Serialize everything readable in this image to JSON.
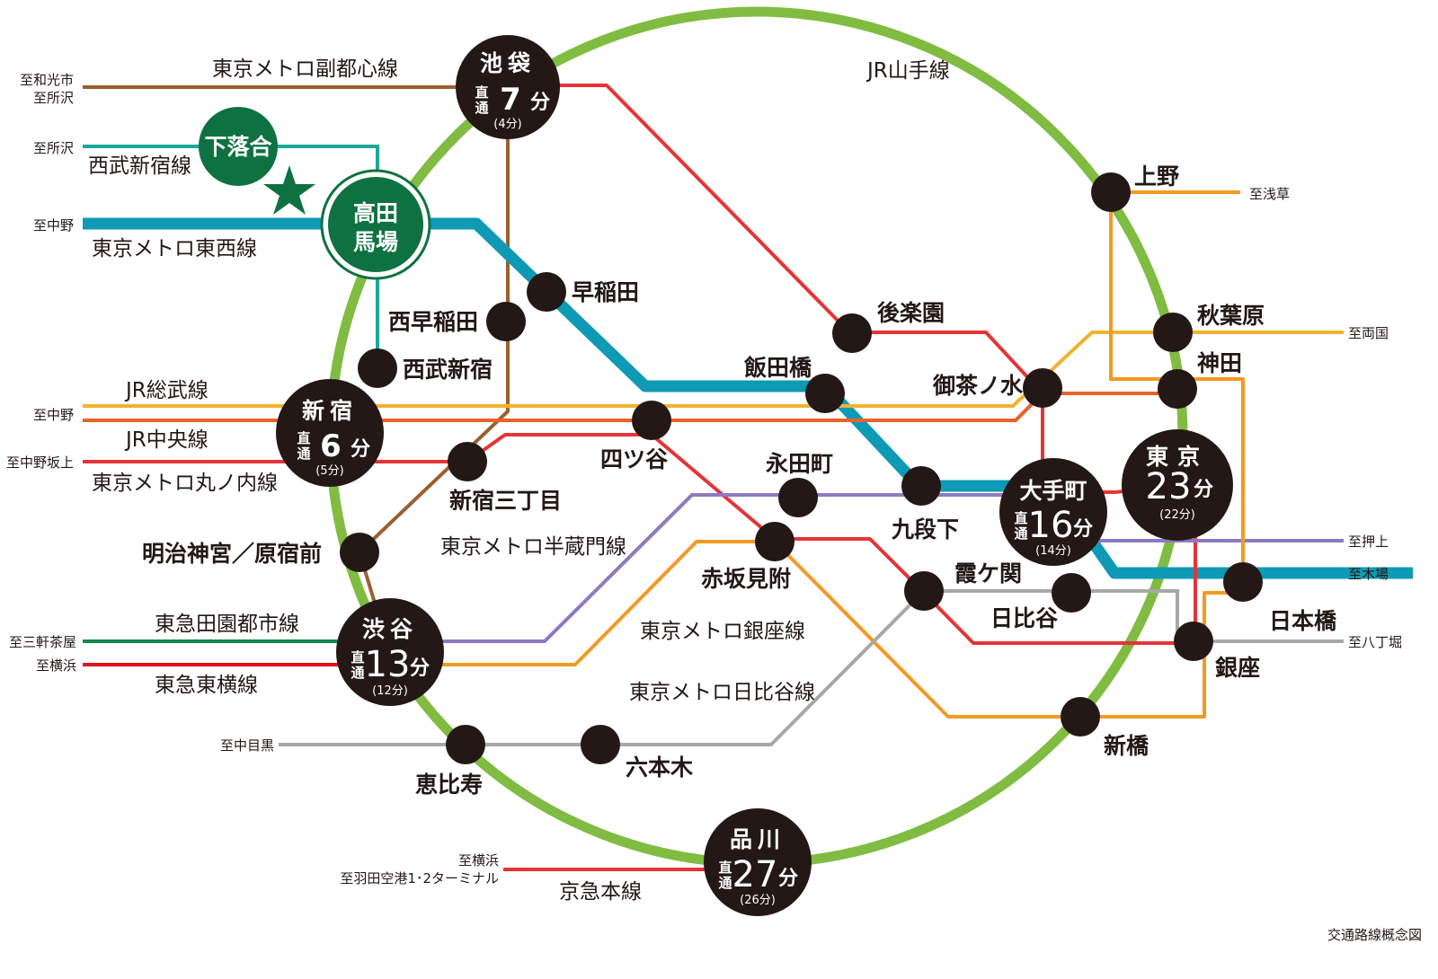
{
  "lines": {
    "yamanote": "JR山手線",
    "fukutoshin": "東京メトロ副都心線",
    "seibu_shinjuku": "西武新宿線",
    "tozai": "東京メトロ東西線",
    "sobu": "JR総武線",
    "chuo": "JR中央線",
    "marunouchi": "東京メトロ丸ノ内線",
    "hanzomon": "東京メトロ半蔵門線",
    "denentoshi": "東急田園都市線",
    "toyoko": "東急東横線",
    "ginza": "東京メトロ銀座線",
    "hibiya": "東京メトロ日比谷線",
    "keikyu": "京急本線"
  },
  "terminals": {
    "wako": "至和光市",
    "tokorozawa1": "至所沢",
    "tokorozawa2": "至所沢",
    "nakano_tozai": "至中野",
    "nakano_jr": "至中野",
    "nakanosakaue": "至中野坂上",
    "sangenjaya": "至三軒茶屋",
    "yokohama_toyoko": "至横浜",
    "nakameguro": "至中目黒",
    "yokohama_keikyu": "至横浜",
    "haneda": "至羽田空港1･2ターミナル",
    "asakusa": "至浅草",
    "ryogoku": "至両国",
    "oshiage": "至押上",
    "kiba": "至木場",
    "hatchobori": "至八丁堀"
  },
  "hubs": {
    "ikebukuro": {
      "name": "池袋",
      "direct": "直通",
      "minutes": "7",
      "unit": "分",
      "sub": "(4分)"
    },
    "shinjuku": {
      "name": "新宿",
      "direct": "直通",
      "minutes": "6",
      "unit": "分",
      "sub": "(5分)"
    },
    "shibuya": {
      "name": "渋谷",
      "direct": "直通",
      "minutes": "13",
      "unit": "分",
      "sub": "(12分)"
    },
    "shinagawa": {
      "name": "品川",
      "direct": "直通",
      "minutes": "27",
      "unit": "分",
      "sub": "(26分)"
    },
    "otemachi": {
      "name": "大手町",
      "direct": "直通",
      "minutes": "16",
      "unit": "分",
      "sub": "(14分)"
    },
    "tokyo": {
      "name": "東京",
      "minutes": "23",
      "unit": "分",
      "sub": "(22分)"
    }
  },
  "origin": {
    "takadanobaba_line1": "高田",
    "takadanobaba_line2": "馬場",
    "shimoochiai": "下落合"
  },
  "stations": {
    "ueno": "上野",
    "akihabara": "秋葉原",
    "kanda": "神田",
    "nihombashi": "日本橋",
    "ginza": "銀座",
    "shimbashi": "新橋",
    "hibiya": "日比谷",
    "kasumigaseki": "霞ケ関",
    "kudanshita": "九段下",
    "ochanomizu": "御茶ノ水",
    "korakuen": "後楽園",
    "iidabashi": "飯田橋",
    "waseda": "早稲田",
    "nishiwaseda": "西早稲田",
    "seibushinjuku": "西武新宿",
    "yotsuya": "四ツ谷",
    "shinjukusanchome": "新宿三丁目",
    "nagatacho": "永田町",
    "akasakamitsuke": "赤坂見附",
    "meijijingumae": "明治神宮／原宿前",
    "ebisu": "恵比寿",
    "roppongi": "六本木"
  },
  "caption": "交通路線概念図",
  "colors": {
    "yamanote": "#80bc41",
    "tozai": "#0e9ab5",
    "sobu": "#f0b32e",
    "chuo": "#e8622a",
    "marunouchi": "#e53437",
    "fukutoshin": "#9b5f31",
    "hanzomon": "#8c7ac1",
    "ginza": "#f39a23",
    "hibiya": "#a7a8a6",
    "seibu": "#1aa99a",
    "denentoshi": "#12894a",
    "toyoko": "#e0141c",
    "keikyu": "#e53437",
    "origin": "#0e7141",
    "hub": "#231815"
  }
}
